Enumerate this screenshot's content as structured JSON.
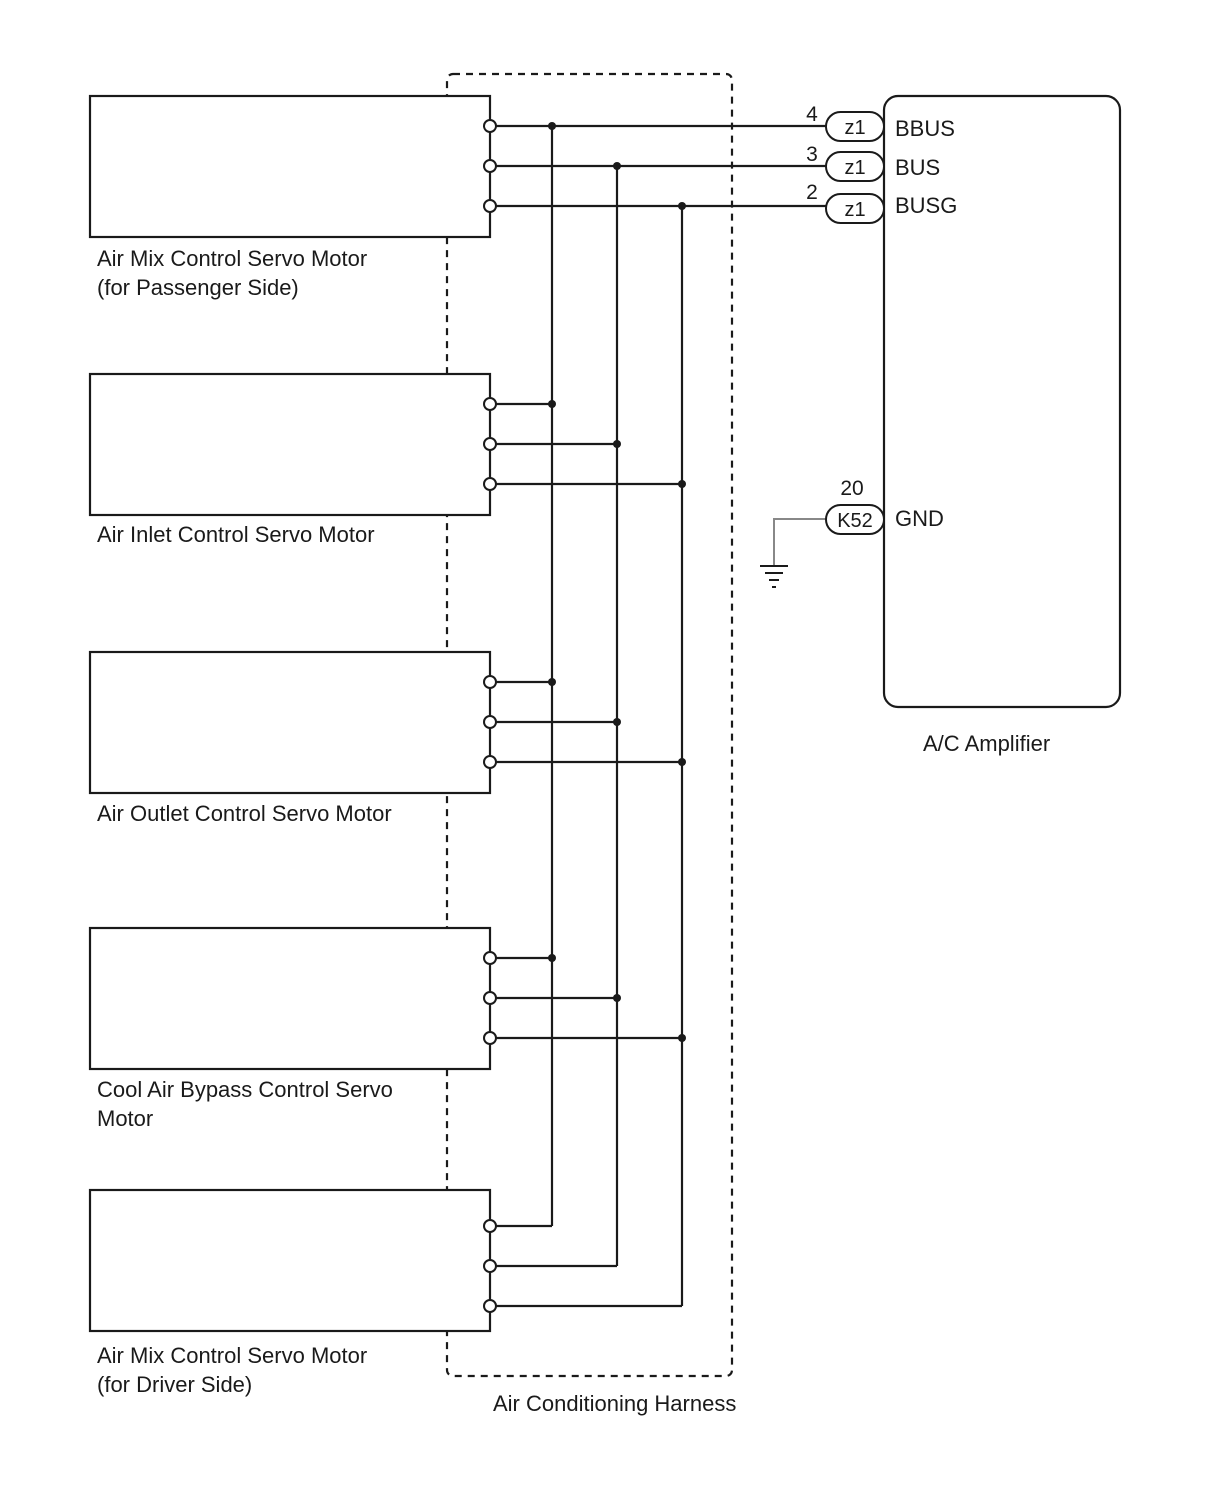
{
  "components": [
    {
      "id": "air-mix-passenger",
      "label_lines": [
        "Air Mix Control Servo Motor",
        "(for Passenger Side)"
      ]
    },
    {
      "id": "air-inlet",
      "label_lines": [
        "Air Inlet Control Servo Motor"
      ]
    },
    {
      "id": "air-outlet",
      "label_lines": [
        "Air Outlet Control Servo Motor"
      ]
    },
    {
      "id": "cool-air-bypass",
      "label_lines": [
        "Cool Air Bypass Control Servo",
        "Motor"
      ]
    },
    {
      "id": "air-mix-driver",
      "label_lines": [
        "Air Mix Control Servo Motor",
        "(for Driver Side)"
      ]
    }
  ],
  "harness": {
    "label": "Air Conditioning Harness"
  },
  "amplifier": {
    "label": "A/C Amplifier",
    "pins": [
      {
        "number": "4",
        "connector": "z1",
        "name": "BBUS"
      },
      {
        "number": "3",
        "connector": "z1",
        "name": "BUS"
      },
      {
        "number": "2",
        "connector": "z1",
        "name": "BUSG"
      },
      {
        "number": "20",
        "connector": "K52",
        "name": "GND"
      }
    ]
  },
  "colors": {
    "line": "#1a1a1a",
    "ground_wire": "#888888",
    "background": "#ffffff"
  }
}
